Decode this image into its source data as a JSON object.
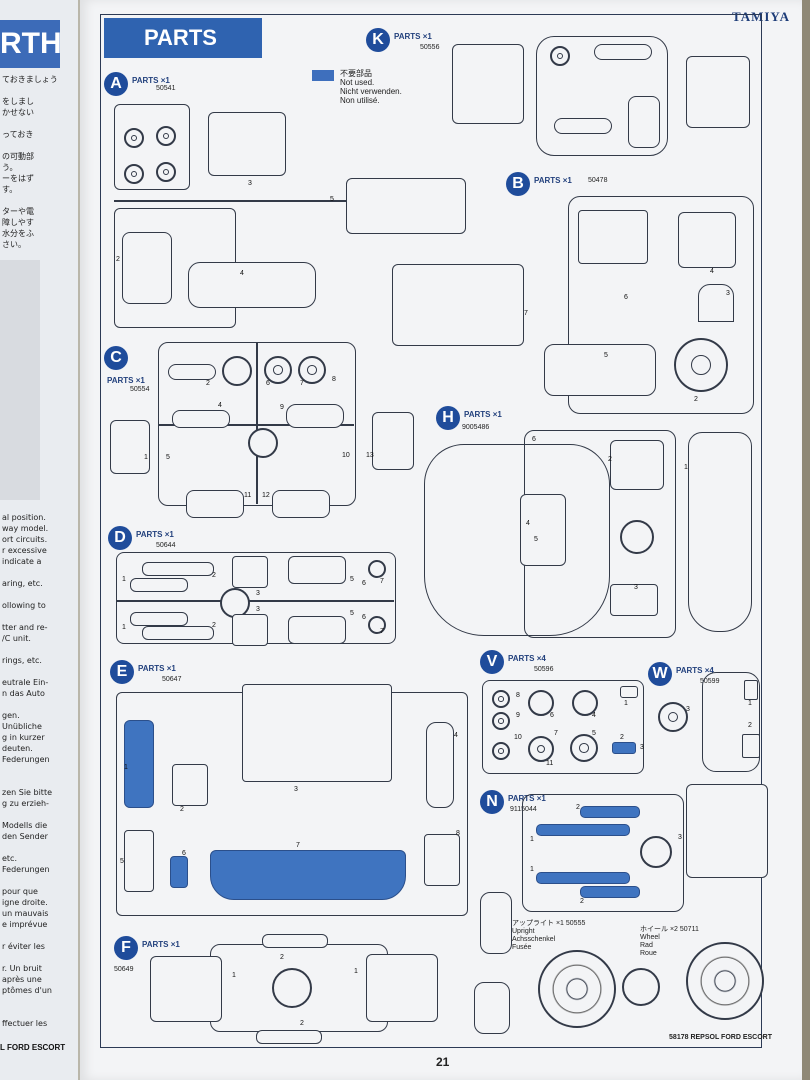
{
  "prev_page": {
    "banner": "RTH",
    "lines_top": [
      "ておきましょう",
      "",
      "をしまし",
      "かせない",
      "",
      "っておき",
      "",
      "の可動部",
      "う。",
      "ーをはず",
      "す。",
      "",
      "ターや電",
      "障しやす",
      "水分をふ",
      "さい。"
    ],
    "lines_mid": [
      "al position.",
      "way model.",
      "ort circuits.",
      "r excessive",
      "indicate a",
      "",
      "aring, etc.",
      "",
      "ollowing to",
      "",
      "tter and re-",
      "/C unit.",
      "",
      "rings, etc.",
      "",
      "eutrale Ein-",
      "n das Auto",
      "",
      "gen.",
      "Unübliche",
      "g in kurzer",
      "deuten.",
      "Federungen",
      "",
      "",
      "zen Sie bitte",
      "g zu erzieh-",
      "",
      "Modells die",
      "den Sender",
      "",
      "etc.",
      "Federungen",
      "",
      "pour que",
      "igne droite.",
      "un mauvais",
      "e imprévue",
      "",
      "r éviter les",
      "",
      "r. Un bruit",
      "après une",
      "ptômes d'un",
      "",
      "",
      "ffectuer les"
    ],
    "footer": "L FORD ESCORT"
  },
  "brand": "TAMIYA",
  "title": "PARTS",
  "legend": {
    "jp": "不要部品",
    "en": "Not used.",
    "de": "Nicht verwenden.",
    "fr": "Non utilisé."
  },
  "sections": {
    "A": {
      "letter": "A",
      "label": "PARTS ×1",
      "code": "50541"
    },
    "B": {
      "letter": "B",
      "label": "PARTS ×1",
      "code": "50478"
    },
    "C": {
      "letter": "C",
      "label": "PARTS ×1",
      "code": "50554"
    },
    "D": {
      "letter": "D",
      "label": "PARTS ×1",
      "code": "50644"
    },
    "E": {
      "letter": "E",
      "label": "PARTS ×1",
      "code": "50647"
    },
    "F": {
      "letter": "F",
      "label": "PARTS ×1",
      "code": "50649"
    },
    "H": {
      "letter": "H",
      "label": "PARTS ×1",
      "code": "9005486"
    },
    "K": {
      "letter": "K",
      "label": "PARTS ×1",
      "code": "50556"
    },
    "N": {
      "letter": "N",
      "label": "PARTS ×1",
      "code": "9115044"
    },
    "V": {
      "letter": "V",
      "label": "PARTS ×4",
      "code": "50596"
    },
    "W": {
      "letter": "W",
      "label": "PARTS ×4",
      "code": "50599"
    }
  },
  "upright": {
    "jp": "アップライト ×1",
    "code": "50555",
    "en": "Upright",
    "de": "Achsschenkel",
    "fr": "Fusée"
  },
  "wheel": {
    "jp": "ホイール ×2",
    "code": "50711",
    "en": "Wheel",
    "de": "Rad",
    "fr": "Roue"
  },
  "footer_right": "58178 REPSOL FORD ESCORT",
  "page_number": "21"
}
